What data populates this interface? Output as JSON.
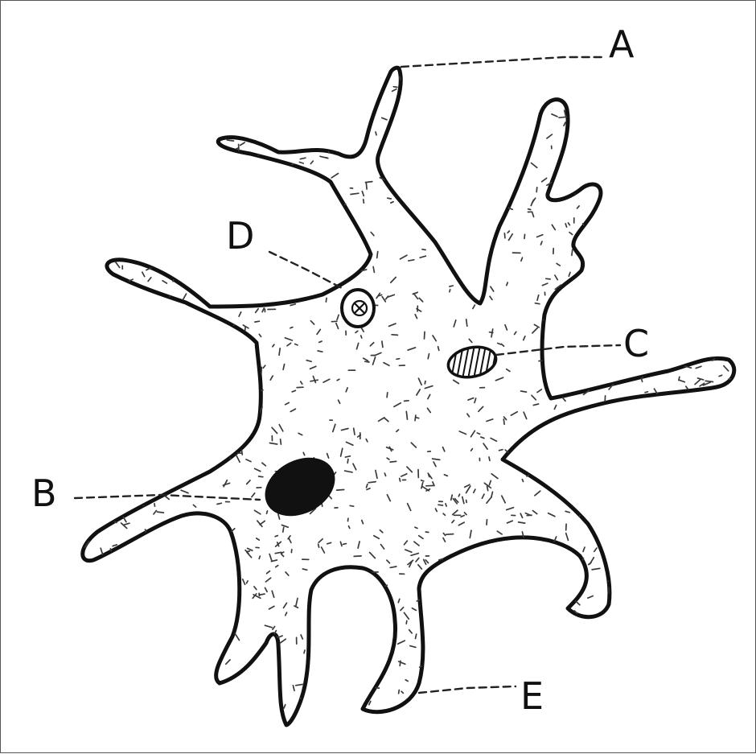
{
  "labels": {
    "a": "A",
    "b": "B",
    "c": "C",
    "d": "D",
    "e": "E"
  },
  "colors": {
    "outline": "#111111",
    "nucleus": "#111111",
    "background": "#ffffff"
  }
}
